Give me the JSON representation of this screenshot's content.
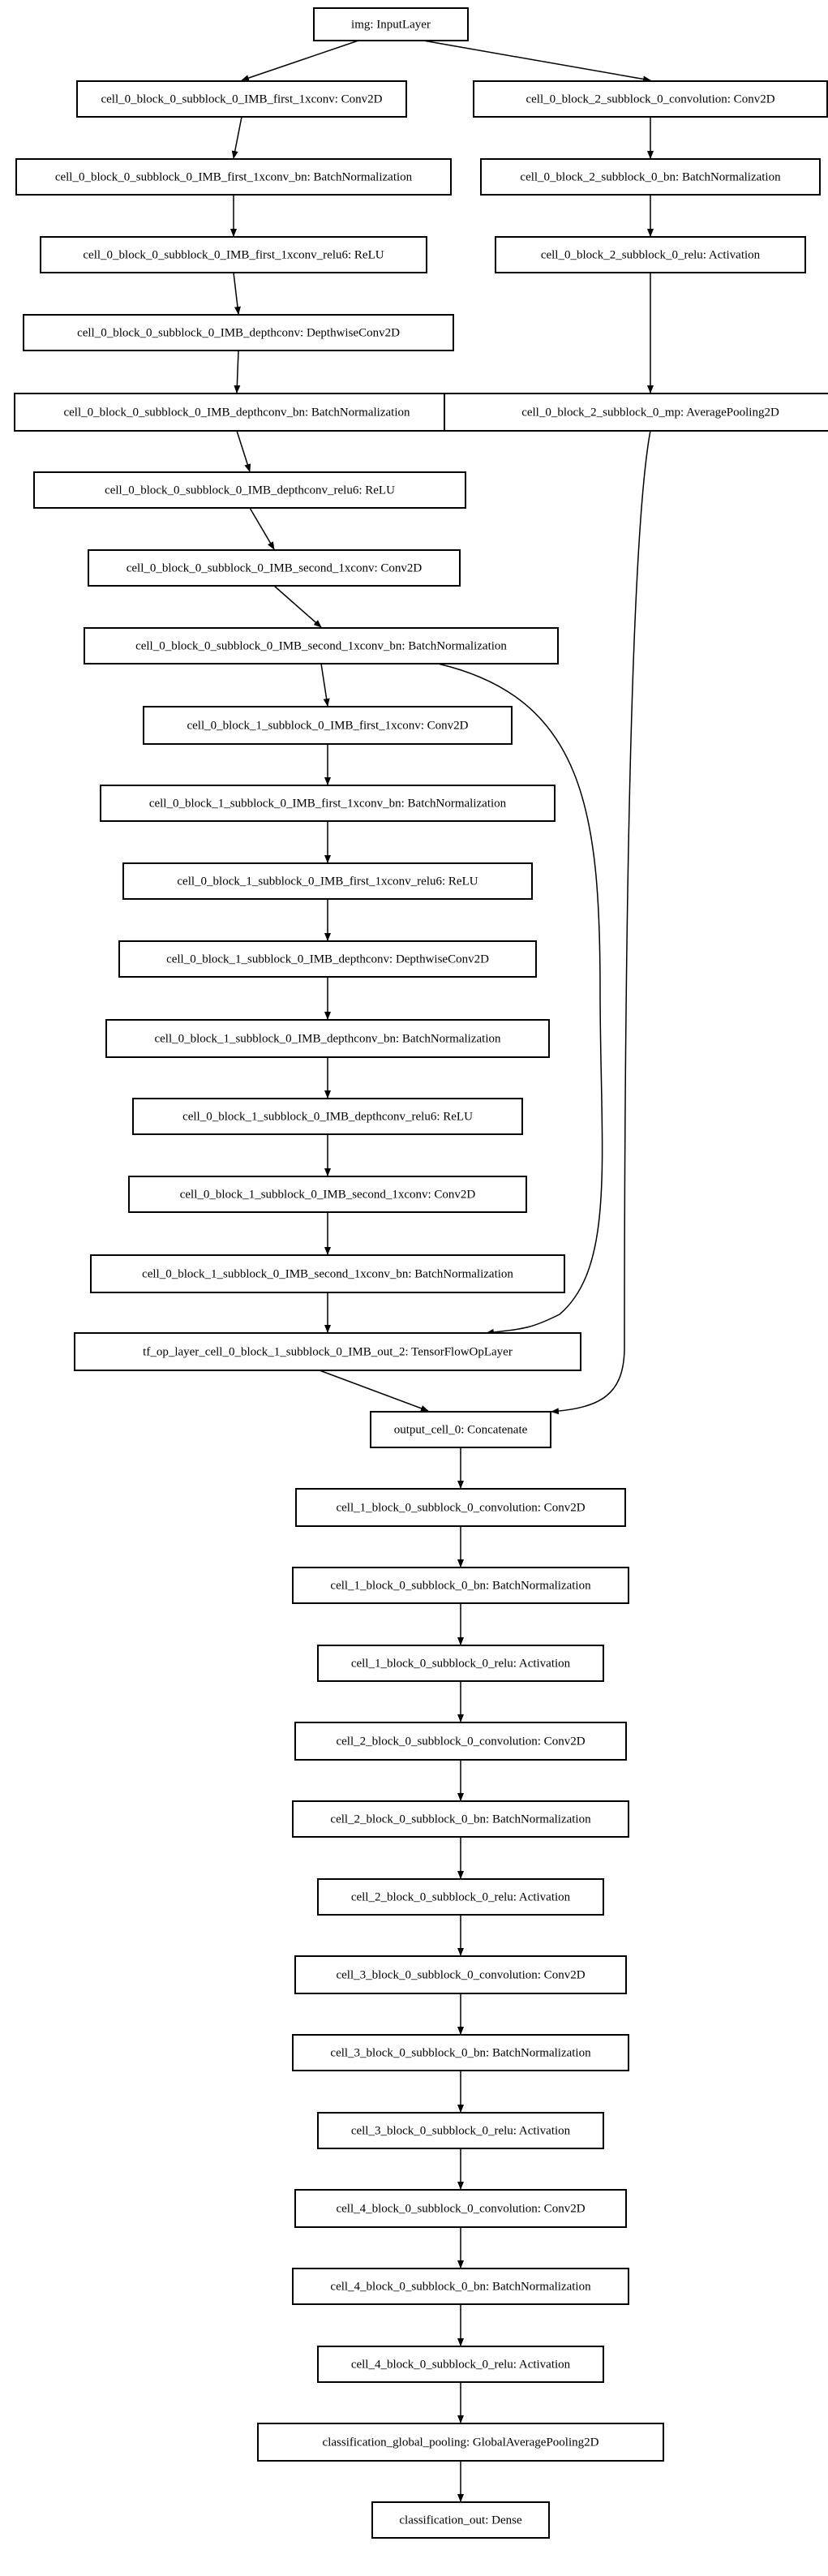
{
  "nodes": [
    {
      "id": "img",
      "label": "img: InputLayer"
    },
    {
      "id": "c0b0_first",
      "label": "cell_0_block_0_subblock_0_IMB_first_1xconv: Conv2D"
    },
    {
      "id": "c0b2_conv",
      "label": "cell_0_block_2_subblock_0_convolution: Conv2D"
    },
    {
      "id": "c0b0_first_bn",
      "label": "cell_0_block_0_subblock_0_IMB_first_1xconv_bn: BatchNormalization"
    },
    {
      "id": "c0b2_bn",
      "label": "cell_0_block_2_subblock_0_bn: BatchNormalization"
    },
    {
      "id": "c0b0_first_relu6",
      "label": "cell_0_block_0_subblock_0_IMB_first_1xconv_relu6: ReLU"
    },
    {
      "id": "c0b2_relu",
      "label": "cell_0_block_2_subblock_0_relu: Activation"
    },
    {
      "id": "c0b0_dw",
      "label": "cell_0_block_0_subblock_0_IMB_depthconv: DepthwiseConv2D"
    },
    {
      "id": "c0b0_dw_bn",
      "label": "cell_0_block_0_subblock_0_IMB_depthconv_bn: BatchNormalization"
    },
    {
      "id": "c0b2_mp",
      "label": "cell_0_block_2_subblock_0_mp: AveragePooling2D"
    },
    {
      "id": "c0b0_dw_relu6",
      "label": "cell_0_block_0_subblock_0_IMB_depthconv_relu6: ReLU"
    },
    {
      "id": "c0b0_second",
      "label": "cell_0_block_0_subblock_0_IMB_second_1xconv: Conv2D"
    },
    {
      "id": "c0b0_second_bn",
      "label": "cell_0_block_0_subblock_0_IMB_second_1xconv_bn: BatchNormalization"
    },
    {
      "id": "c0b1_first",
      "label": "cell_0_block_1_subblock_0_IMB_first_1xconv: Conv2D"
    },
    {
      "id": "c0b1_first_bn",
      "label": "cell_0_block_1_subblock_0_IMB_first_1xconv_bn: BatchNormalization"
    },
    {
      "id": "c0b1_first_relu6",
      "label": "cell_0_block_1_subblock_0_IMB_first_1xconv_relu6: ReLU"
    },
    {
      "id": "c0b1_dw",
      "label": "cell_0_block_1_subblock_0_IMB_depthconv: DepthwiseConv2D"
    },
    {
      "id": "c0b1_dw_bn",
      "label": "cell_0_block_1_subblock_0_IMB_depthconv_bn: BatchNormalization"
    },
    {
      "id": "c0b1_dw_relu6",
      "label": "cell_0_block_1_subblock_0_IMB_depthconv_relu6: ReLU"
    },
    {
      "id": "c0b1_second",
      "label": "cell_0_block_1_subblock_0_IMB_second_1xconv: Conv2D"
    },
    {
      "id": "c0b1_second_bn",
      "label": "cell_0_block_1_subblock_0_IMB_second_1xconv_bn: BatchNormalization"
    },
    {
      "id": "tf_out2",
      "label": "tf_op_layer_cell_0_block_1_subblock_0_IMB_out_2: TensorFlowOpLayer"
    },
    {
      "id": "out0",
      "label": "output_cell_0: Concatenate"
    },
    {
      "id": "c1_conv",
      "label": "cell_1_block_0_subblock_0_convolution: Conv2D"
    },
    {
      "id": "c1_bn",
      "label": "cell_1_block_0_subblock_0_bn: BatchNormalization"
    },
    {
      "id": "c1_relu",
      "label": "cell_1_block_0_subblock_0_relu: Activation"
    },
    {
      "id": "c2_conv",
      "label": "cell_2_block_0_subblock_0_convolution: Conv2D"
    },
    {
      "id": "c2_bn",
      "label": "cell_2_block_0_subblock_0_bn: BatchNormalization"
    },
    {
      "id": "c2_relu",
      "label": "cell_2_block_0_subblock_0_relu: Activation"
    },
    {
      "id": "c3_conv",
      "label": "cell_3_block_0_subblock_0_convolution: Conv2D"
    },
    {
      "id": "c3_bn",
      "label": "cell_3_block_0_subblock_0_bn: BatchNormalization"
    },
    {
      "id": "c3_relu",
      "label": "cell_3_block_0_subblock_0_relu: Activation"
    },
    {
      "id": "c4_conv",
      "label": "cell_4_block_0_subblock_0_convolution: Conv2D"
    },
    {
      "id": "c4_bn",
      "label": "cell_4_block_0_subblock_0_bn: BatchNormalization"
    },
    {
      "id": "c4_relu",
      "label": "cell_4_block_0_subblock_0_relu: Activation"
    },
    {
      "id": "gap",
      "label": "classification_global_pooling: GlobalAveragePooling2D"
    },
    {
      "id": "cls_out",
      "label": "classification_out: Dense"
    }
  ],
  "edges": [
    [
      "img",
      "c0b0_first"
    ],
    [
      "img",
      "c0b2_conv"
    ],
    [
      "c0b0_first",
      "c0b0_first_bn"
    ],
    [
      "c0b0_first_bn",
      "c0b0_first_relu6"
    ],
    [
      "c0b0_first_relu6",
      "c0b0_dw"
    ],
    [
      "c0b0_dw",
      "c0b0_dw_bn"
    ],
    [
      "c0b0_dw_bn",
      "c0b0_dw_relu6"
    ],
    [
      "c0b0_dw_relu6",
      "c0b0_second"
    ],
    [
      "c0b0_second",
      "c0b0_second_bn"
    ],
    [
      "c0b0_second_bn",
      "c0b1_first"
    ],
    [
      "c0b0_second_bn",
      "tf_out2"
    ],
    [
      "c0b1_first",
      "c0b1_first_bn"
    ],
    [
      "c0b1_first_bn",
      "c0b1_first_relu6"
    ],
    [
      "c0b1_first_relu6",
      "c0b1_dw"
    ],
    [
      "c0b1_dw",
      "c0b1_dw_bn"
    ],
    [
      "c0b1_dw_bn",
      "c0b1_dw_relu6"
    ],
    [
      "c0b1_dw_relu6",
      "c0b1_second"
    ],
    [
      "c0b1_second",
      "c0b1_second_bn"
    ],
    [
      "c0b1_second_bn",
      "tf_out2"
    ],
    [
      "c0b2_conv",
      "c0b2_bn"
    ],
    [
      "c0b2_bn",
      "c0b2_relu"
    ],
    [
      "c0b2_relu",
      "c0b2_mp"
    ],
    [
      "tf_out2",
      "out0"
    ],
    [
      "c0b2_mp",
      "out0"
    ],
    [
      "out0",
      "c1_conv"
    ],
    [
      "c1_conv",
      "c1_bn"
    ],
    [
      "c1_bn",
      "c1_relu"
    ],
    [
      "c1_relu",
      "c2_conv"
    ],
    [
      "c2_conv",
      "c2_bn"
    ],
    [
      "c2_bn",
      "c2_relu"
    ],
    [
      "c2_relu",
      "c3_conv"
    ],
    [
      "c3_conv",
      "c3_bn"
    ],
    [
      "c3_bn",
      "c3_relu"
    ],
    [
      "c3_relu",
      "c4_conv"
    ],
    [
      "c4_conv",
      "c4_bn"
    ],
    [
      "c4_bn",
      "c4_relu"
    ],
    [
      "c4_relu",
      "gap"
    ],
    [
      "gap",
      "cls_out"
    ]
  ]
}
